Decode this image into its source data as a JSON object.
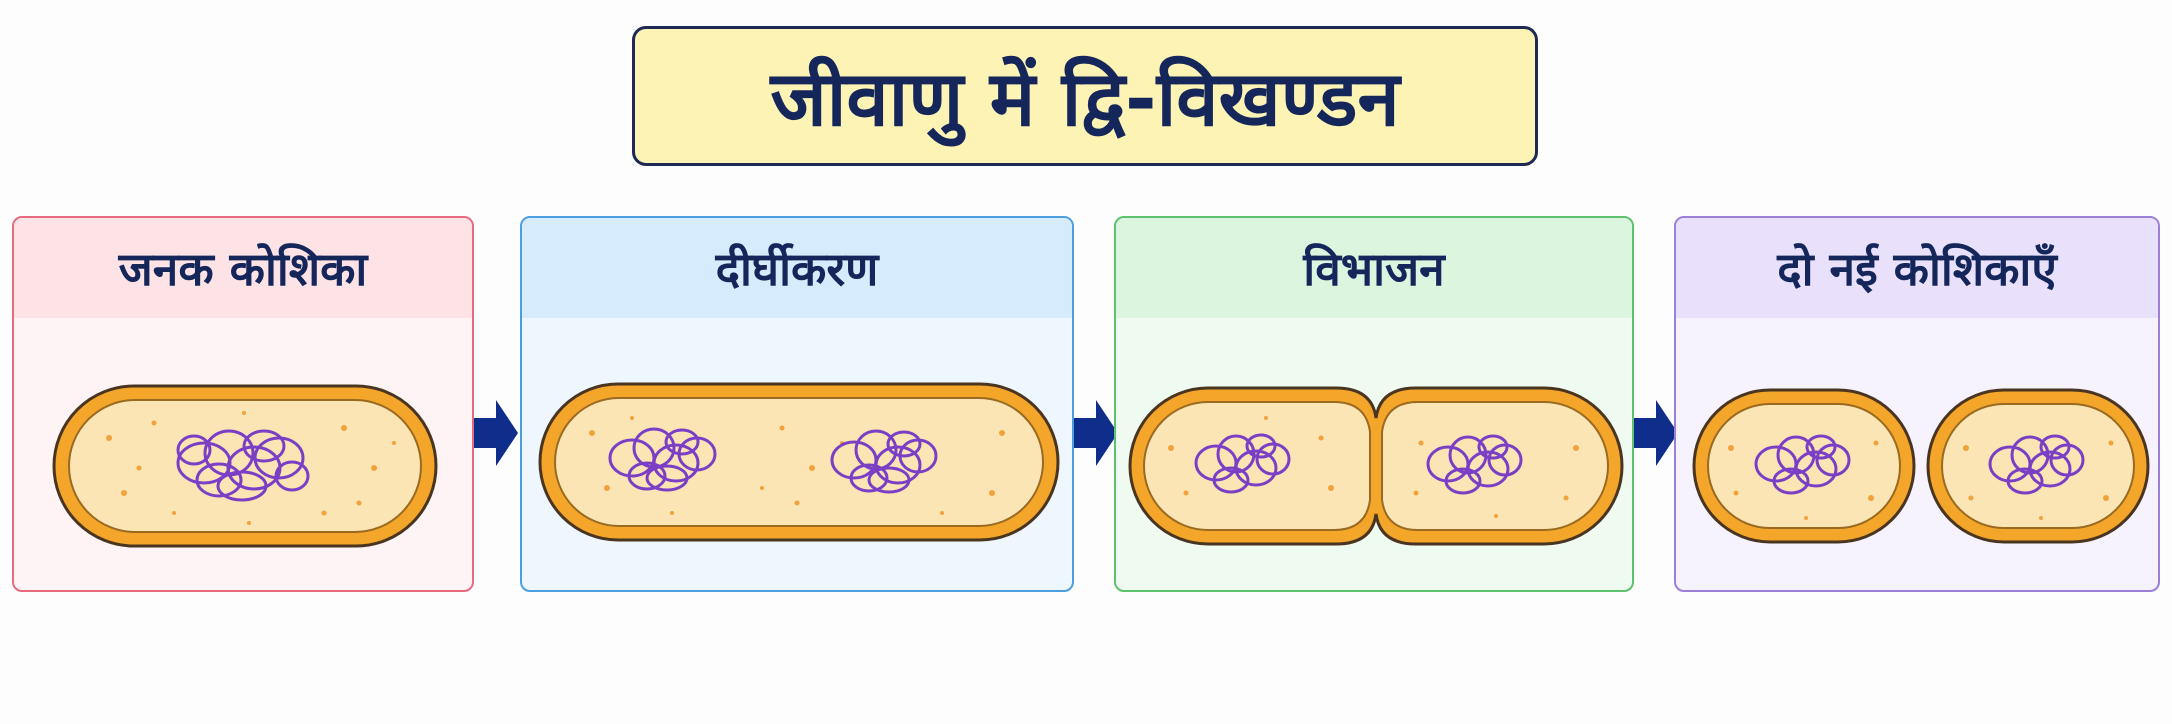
{
  "title": "जीवाणु में द्वि-विखण्डन",
  "stages": [
    {
      "label": "जनक कोशिका"
    },
    {
      "label": "दीर्घीकरण"
    },
    {
      "label": "विभाजन"
    },
    {
      "label": "दो नई कोशिकाएँ"
    }
  ],
  "colors": {
    "title_bg": "#fcf3b5",
    "title_text": "#14265a",
    "panel_1": "#e76a7f",
    "panel_2": "#4b9fe0",
    "panel_3": "#5cc26e",
    "panel_4": "#9b7fd8",
    "cell_wall": "#f4a62a",
    "cell_fill": "#fbe5b4",
    "dna": "#7b3fc6",
    "arrow": "#0f2d8a"
  }
}
